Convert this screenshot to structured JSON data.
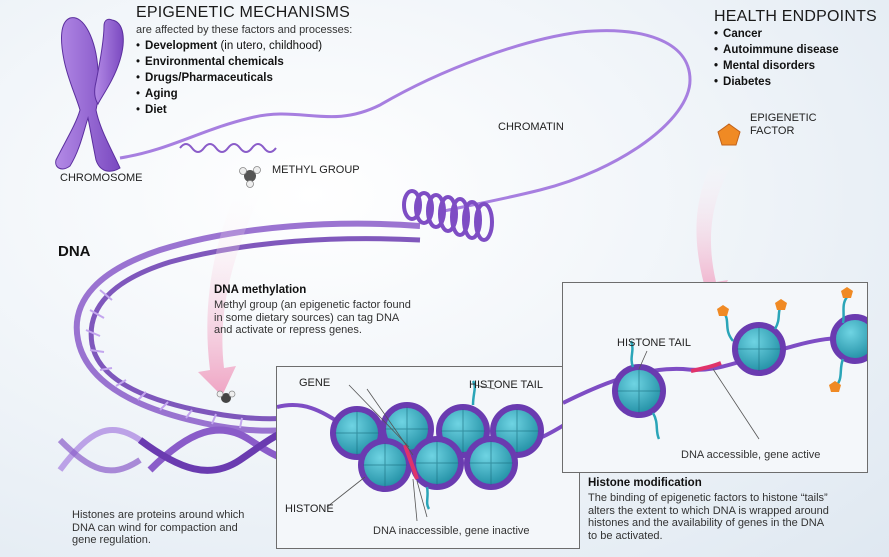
{
  "mechanisms": {
    "title": "EPIGENETIC MECHANISMS",
    "subtitle": "are affected by these factors and processes:",
    "items": [
      {
        "bold": "Development",
        "rest": " (in utero, childhood)"
      },
      {
        "bold": "Environmental chemicals",
        "rest": ""
      },
      {
        "bold": "Drugs/Pharmaceuticals",
        "rest": ""
      },
      {
        "bold": "Aging",
        "rest": ""
      },
      {
        "bold": "Diet",
        "rest": ""
      }
    ]
  },
  "health": {
    "title": "HEALTH ENDPOINTS",
    "items": [
      "Cancer",
      "Autoimmune disease",
      "Mental disorders",
      "Diabetes"
    ]
  },
  "labels": {
    "chromosome": "CHROMOSOME",
    "chromatin": "CHROMATIN",
    "methyl_group": "METHYL GROUP",
    "epigenetic_factor_line1": "EPIGENETIC",
    "epigenetic_factor_line2": "FACTOR",
    "dna": "DNA",
    "gene": "GENE",
    "histone_tail_left": "HISTONE TAIL",
    "histone_tail_right": "HISTONE TAIL",
    "histone": "HISTONE",
    "dna_inaccessible": "DNA inaccessible, gene inactive",
    "dna_accessible": "DNA accessible, gene active"
  },
  "methylation": {
    "title": "DNA methylation",
    "body": [
      "Methyl group (an epigenetic factor found",
      "in some dietary sources) can tag DNA",
      "and activate or repress genes."
    ]
  },
  "histones_note": [
    "Histones are proteins around which",
    "DNA can wind for compaction and",
    "gene regulation."
  ],
  "histone_mod": {
    "title": "Histone modification",
    "body": [
      "The binding of epigenetic factors to histone “tails”",
      "alters the extent to which DNA is wrapped around",
      "histones and the availability of genes in the DNA",
      "to be activated."
    ]
  },
  "colors": {
    "purple": "#8a5cc9",
    "purple_dark": "#5b2f9e",
    "histone_teal": "#2aa5b8",
    "arrow_pink": "#f3c9d9",
    "factor_orange": "#f08a24",
    "gene_red": "#e0336a"
  }
}
